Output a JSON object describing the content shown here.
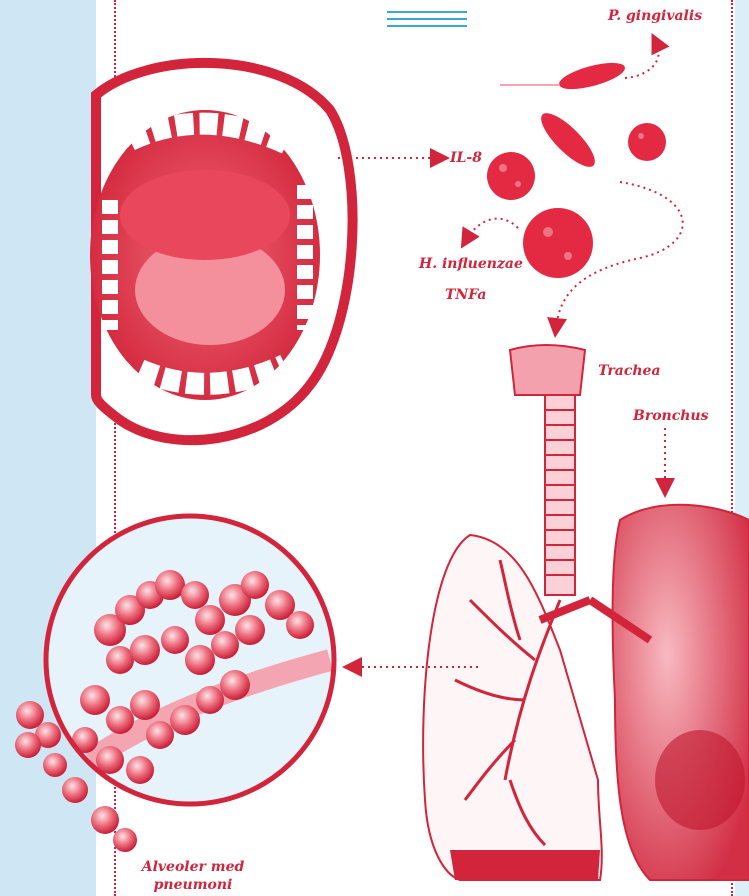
{
  "labels": {
    "p_gingivalis": "P. gingivalis",
    "il8": "IL-8",
    "h_influenzae": "H. influenzae",
    "tnfa": "TNFa",
    "trachea": "Trachea",
    "bronchus": "Bronchus",
    "alveoler_line1": "Alveoler med",
    "alveoler_line2": "pneumoni"
  },
  "colors": {
    "accent_red": "#d2253c",
    "left_band_blue": "#cfe6f4",
    "menu_blue": "#3aa7d4"
  },
  "icons": {
    "menu": "hamburger-menu-icon"
  }
}
